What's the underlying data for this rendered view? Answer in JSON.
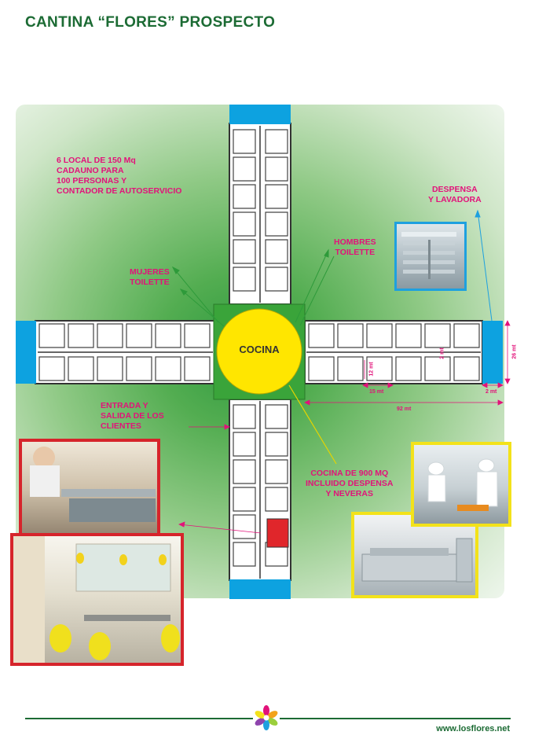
{
  "title": "CANTINA “FLORES” PROSPECTO",
  "center_label": "COCINA",
  "labels": {
    "locales": "6 LOCAL DE 150 Mq\nCADAUNO PARA\n100 PERSONAS Y\nCONTADOR DE AUTOSERVICIO",
    "despensa": "DESPENSA\nY LAVADORA",
    "hombres": "HOMBRES\nTOILETTE",
    "mujeres": "MUJERES\nTOILETTE",
    "entrada": "ENTRADA Y\nSALIDA DE LOS\nCLIENTES",
    "cocina": "COCINA DE 900 MQ\nINCLUIDO DESPENSA\nY NEVERAS"
  },
  "dimensions": {
    "d2mt_a": "2 mt",
    "d26mt": "26 mt",
    "d12mt": "12 mt",
    "d15mt": "15 mt",
    "d2mt_b": "2 mt",
    "d92mt": "92 mt"
  },
  "footer": {
    "url": "www.losflores.net"
  },
  "colors": {
    "title": "#1c6b34",
    "label": "#e2127a",
    "blue": "#0da2e0",
    "yellow": "#ffe600",
    "red_frame": "#d6242b",
    "yellow_frame": "#f3e21a",
    "blue_frame": "#1ea0df"
  },
  "icons": [
    "flower-logo-icon"
  ]
}
